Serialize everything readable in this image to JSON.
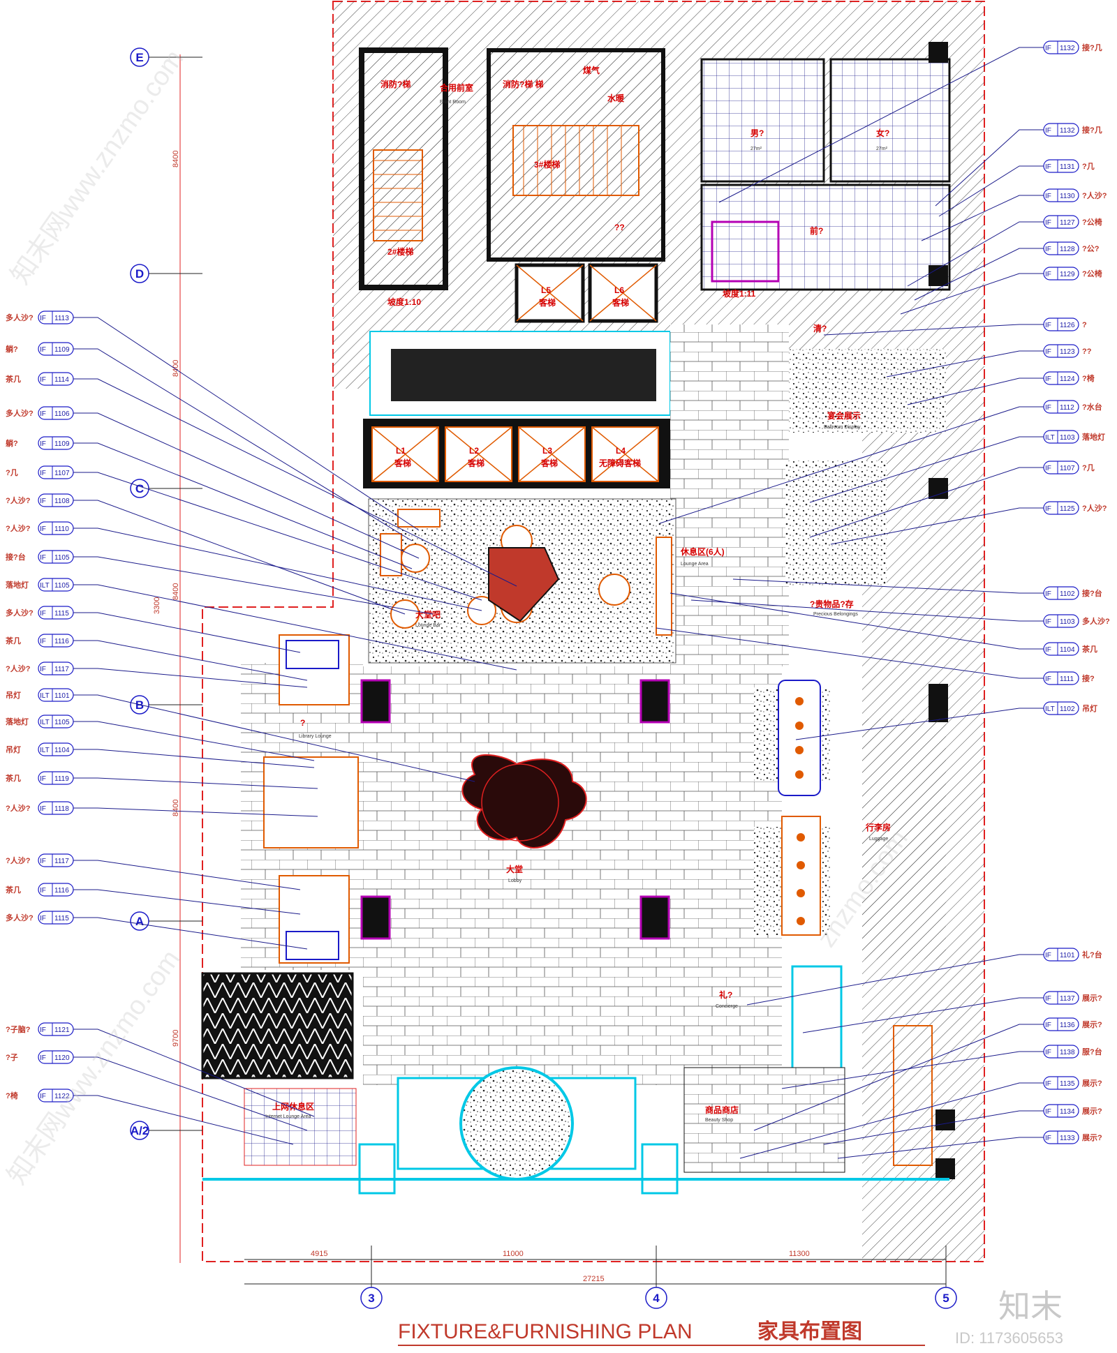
{
  "title": {
    "en": "FIXTURE&FURNISHING  PLAN",
    "cn": "家具布置图"
  },
  "watermark": {
    "logo": "知末",
    "id": "ID: 1173605653",
    "site": "znzmo.com",
    "cn_site": "知末网www.znzmo.com"
  },
  "grid_axes": {
    "rows": [
      "E",
      "D",
      "C",
      "B",
      "A",
      "A/2"
    ],
    "cols": [
      "3",
      "4",
      "5"
    ]
  },
  "dimensions": {
    "vertical": [
      "8400",
      "8400",
      "8400",
      "8400",
      "9700",
      "3300"
    ],
    "horizontal": [
      "4915",
      "11000",
      "11300"
    ],
    "total": "27215"
  },
  "rooms": [
    {
      "cn": "消防?梯",
      "en": ""
    },
    {
      "cn": "合用前室",
      "en": "Front Room"
    },
    {
      "cn": "消防?梯 梯",
      "en": ""
    },
    {
      "cn": "煤气",
      "en": ""
    },
    {
      "cn": "水暖",
      "en": ""
    },
    {
      "cn": "男?",
      "en": "27m²"
    },
    {
      "cn": "女?",
      "en": "27m²"
    },
    {
      "cn": "2#楼梯",
      "en": ""
    },
    {
      "cn": "3#楼梯",
      "en": ""
    },
    {
      "cn": "??",
      "en": ""
    },
    {
      "cn": "前?",
      "en": ""
    },
    {
      "cn": "清?",
      "en": ""
    },
    {
      "cn": "宴会展示",
      "en": "Ballroom Display"
    },
    {
      "cn": "休息区(6人)",
      "en": "Lounge Area"
    },
    {
      "cn": "大堂",
      "en": "Lobby"
    },
    {
      "cn": "?",
      "en": "Library Lounge"
    },
    {
      "cn": "行李房",
      "en": "Luggage"
    },
    {
      "cn": "礼?",
      "en": "Concierge"
    },
    {
      "cn": "上网休息区",
      "en": "Internet Lounge Area"
    },
    {
      "cn": "商品商店",
      "en": "Beauty Shop"
    },
    {
      "cn": "?贵物品?存",
      "en": "Precious Belongings"
    },
    {
      "cn": "大堂吧",
      "en": "Lounge Bar"
    }
  ],
  "elevators": [
    {
      "id": "L1",
      "label": "客梯"
    },
    {
      "id": "L2",
      "label": "客梯"
    },
    {
      "id": "L3",
      "label": "客梯"
    },
    {
      "id": "L4",
      "label": "无障碍客梯"
    },
    {
      "id": "L5",
      "label": "客梯"
    },
    {
      "id": "L6",
      "label": "客梯"
    }
  ],
  "slopes": [
    "坡度1:10",
    "坡度1:11"
  ],
  "left_callouts": [
    {
      "code": "IF",
      "num": "1113",
      "label": "多人沙?"
    },
    {
      "code": "IF",
      "num": "1109",
      "label": "躺?"
    },
    {
      "code": "IF",
      "num": "1114",
      "label": "茶几"
    },
    {
      "code": "IF",
      "num": "1106",
      "label": "多人沙?"
    },
    {
      "code": "IF",
      "num": "1109",
      "label": "躺?"
    },
    {
      "code": "IF",
      "num": "1107",
      "label": "?几"
    },
    {
      "code": "IF",
      "num": "1108",
      "label": "?人沙?"
    },
    {
      "code": "IF",
      "num": "1110",
      "label": "?人沙?"
    },
    {
      "code": "IF",
      "num": "1105",
      "label": "接?台"
    },
    {
      "code": "ILT",
      "num": "1105",
      "label": "落地灯"
    },
    {
      "code": "IF",
      "num": "1115",
      "label": "多人沙?"
    },
    {
      "code": "IF",
      "num": "1116",
      "label": "茶几"
    },
    {
      "code": "IF",
      "num": "1117",
      "label": "?人沙?"
    },
    {
      "code": "ILT",
      "num": "1101",
      "label": "吊灯"
    },
    {
      "code": "ILT",
      "num": "1105",
      "label": "落地灯"
    },
    {
      "code": "ILT",
      "num": "1104",
      "label": "吊灯"
    },
    {
      "code": "IF",
      "num": "1119",
      "label": "茶几"
    },
    {
      "code": "IF",
      "num": "1118",
      "label": "?人沙?"
    },
    {
      "code": "IF",
      "num": "1117",
      "label": "?人沙?"
    },
    {
      "code": "IF",
      "num": "1116",
      "label": "茶几"
    },
    {
      "code": "IF",
      "num": "1115",
      "label": "多人沙?"
    },
    {
      "code": "IF",
      "num": "1121",
      "label": "?子脑?"
    },
    {
      "code": "IF",
      "num": "1120",
      "label": "?子"
    },
    {
      "code": "IF",
      "num": "1122",
      "label": "?椅"
    }
  ],
  "right_callouts": [
    {
      "code": "IF",
      "num": "1132",
      "label": "接?几"
    },
    {
      "code": "IF",
      "num": "1132",
      "label": "接?几"
    },
    {
      "code": "IF",
      "num": "1131",
      "label": "?几"
    },
    {
      "code": "IF",
      "num": "1130",
      "label": "?人沙?"
    },
    {
      "code": "IF",
      "num": "1127",
      "label": "?公椅"
    },
    {
      "code": "IF",
      "num": "1128",
      "label": "?公?"
    },
    {
      "code": "IF",
      "num": "1129",
      "label": "?公椅"
    },
    {
      "code": "IF",
      "num": "1126",
      "label": "?"
    },
    {
      "code": "IF",
      "num": "1123",
      "label": "??"
    },
    {
      "code": "IF",
      "num": "1124",
      "label": "?椅"
    },
    {
      "code": "IF",
      "num": "1112",
      "label": "?水台"
    },
    {
      "code": "ILT",
      "num": "1103",
      "label": "落地灯"
    },
    {
      "code": "IF",
      "num": "1107",
      "label": "?几"
    },
    {
      "code": "IF",
      "num": "1125",
      "label": "?人沙?"
    },
    {
      "code": "IF",
      "num": "1102",
      "label": "接?台"
    },
    {
      "code": "IF",
      "num": "1103",
      "label": "多人沙?"
    },
    {
      "code": "IF",
      "num": "1104",
      "label": "茶几"
    },
    {
      "code": "IF",
      "num": "1111",
      "label": "接?"
    },
    {
      "code": "ILT",
      "num": "1102",
      "label": "吊灯"
    },
    {
      "code": "IF",
      "num": "1101",
      "label": "礼?台"
    },
    {
      "code": "IF",
      "num": "1137",
      "label": "展示?"
    },
    {
      "code": "IF",
      "num": "1136",
      "label": "展示?"
    },
    {
      "code": "IF",
      "num": "1138",
      "label": "服?台"
    },
    {
      "code": "IF",
      "num": "1135",
      "label": "展示?"
    },
    {
      "code": "IF",
      "num": "1134",
      "label": "展示?"
    },
    {
      "code": "IF",
      "num": "1133",
      "label": "展示?"
    }
  ],
  "colors": {
    "callout": "#c0392b",
    "callout_box": "#1a1ac8",
    "wall": "#111111",
    "boundary": "#e02020",
    "cyan": "#00c8e6",
    "orange": "#e05a00",
    "magenta": "#b400b4"
  }
}
